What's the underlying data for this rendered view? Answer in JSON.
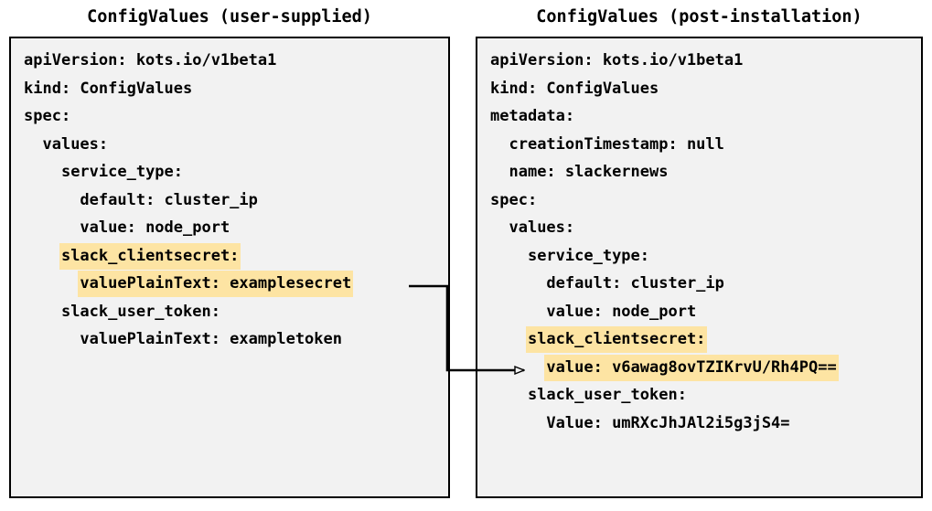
{
  "diagram": {
    "type": "two-panel-yaml-comparison",
    "connector": {
      "label": "secret-value-transform-arrow",
      "from": "left-panel-line-valuePlainText-examplesecret",
      "to": "right-panel-line-value-base64",
      "color": "#000000",
      "arrowhead": "hollow-triangle"
    }
  },
  "left_panel": {
    "title": "ConfigValues (user-supplied)",
    "lines": [
      {
        "text": "apiVersion: kots.io/v1beta1",
        "highlight": false
      },
      {
        "text": "kind: ConfigValues",
        "highlight": false
      },
      {
        "text": "spec:",
        "highlight": false
      },
      {
        "text": "  values:",
        "highlight": false
      },
      {
        "text": "    service_type:",
        "highlight": false
      },
      {
        "text": "      default: cluster_ip",
        "highlight": false
      },
      {
        "text": "      value: node_port",
        "highlight": false
      },
      {
        "text": "    slack_clientsecret:",
        "highlight": true
      },
      {
        "text": "      valuePlainText: examplesecret",
        "highlight": true
      },
      {
        "text": "    slack_user_token:",
        "highlight": false
      },
      {
        "text": "      valuePlainText: exampletoken",
        "highlight": false
      }
    ]
  },
  "right_panel": {
    "title": "ConfigValues (post-installation)",
    "lines": [
      {
        "text": "apiVersion: kots.io/v1beta1",
        "highlight": false
      },
      {
        "text": "kind: ConfigValues",
        "highlight": false
      },
      {
        "text": "metadata:",
        "highlight": false
      },
      {
        "text": "  creationTimestamp: null",
        "highlight": false
      },
      {
        "text": "  name: slackernews",
        "highlight": false
      },
      {
        "text": "spec:",
        "highlight": false
      },
      {
        "text": "  values:",
        "highlight": false
      },
      {
        "text": "    service_type:",
        "highlight": false
      },
      {
        "text": "      default: cluster_ip",
        "highlight": false
      },
      {
        "text": "      value: node_port",
        "highlight": false
      },
      {
        "text": "    slack_clientsecret:",
        "highlight": true
      },
      {
        "text": "      value: v6awag8ovTZIKrvU/Rh4PQ==",
        "highlight": true
      },
      {
        "text": "    slack_user_token:",
        "highlight": false
      },
      {
        "text": "      Value: umRXcJhJAl2i5g3jS4=",
        "highlight": false
      }
    ]
  },
  "colors": {
    "highlight": "#fde4a3",
    "panel_background": "#f2f2f2",
    "panel_border": "#000000",
    "text": "#000000",
    "page_background": "#ffffff"
  }
}
